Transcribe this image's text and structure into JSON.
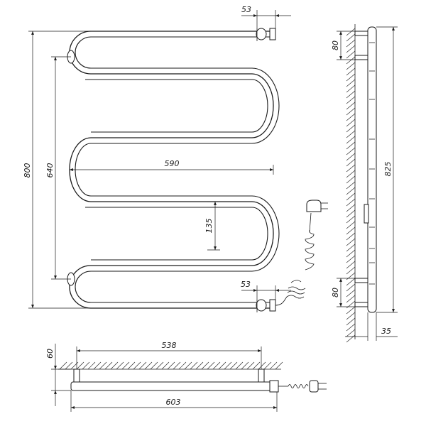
{
  "front_view": {
    "dim_height_total": "800",
    "dim_height_mount": "640",
    "dim_width_inner": "590",
    "dim_loop_pitch": "135",
    "dim_offset_top": "53",
    "dim_offset_bottom": "53"
  },
  "side_view": {
    "dim_bracket_top": "80",
    "dim_bracket_bottom": "80",
    "dim_height": "825",
    "dim_depth": "35"
  },
  "top_view": {
    "dim_depth": "60",
    "dim_mount_span": "538",
    "dim_total_width": "603"
  }
}
